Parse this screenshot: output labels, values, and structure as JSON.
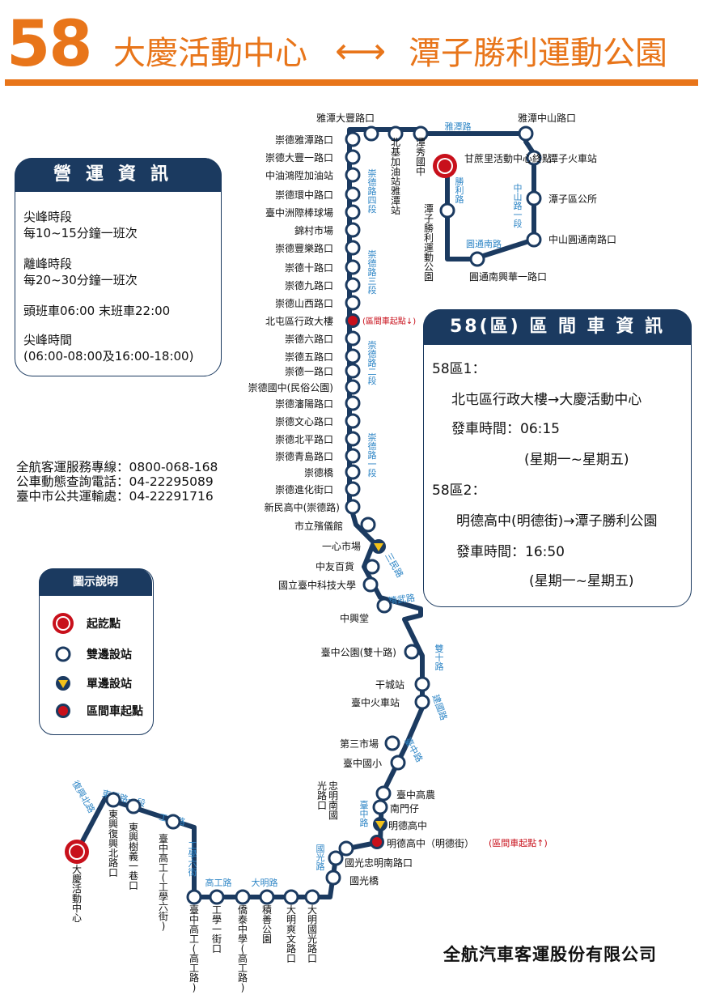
{
  "header": {
    "route_number": "58",
    "from": "大慶活動中心",
    "arrow": "⟷",
    "to": "潭子勝利運動公園"
  },
  "operations": {
    "title": "營運資訊",
    "peak_label": "尖峰時段",
    "peak_freq": "每10~15分鐘一班次",
    "offpeak_label": "離峰時段",
    "offpeak_freq": "每20~30分鐘一班次",
    "first_last": "頭班車06:00 末班車22:00",
    "peak_time_label": "尖峰時間",
    "peak_time": "(06:00-08:00及16:00-18:00)"
  },
  "contacts": [
    "全航客運服務專線：0800-068-168",
    "公車動態查詢電話：04-22295089",
    "臺中市公共運輸處：04-22291716"
  ],
  "legend": {
    "title": "圖示說明",
    "items": [
      "起訖點",
      "雙邊設站",
      "單邊設站",
      "區間車起點"
    ]
  },
  "express": {
    "title": "58(區) 區 間 車 資 訊",
    "r1_name": "58區1：",
    "r1_route": "北屯區行政大樓→大慶活動中心",
    "r1_time": "發車時間：06:15",
    "r1_days": "(星期一~星期五)",
    "r2_name": "58區2：",
    "r2_route": "明德高中(明德街)→潭子勝利公園",
    "r2_time": "發車時間：16:50",
    "r2_days": "(星期一~星期五)"
  },
  "company": "全航汽車客運股份有限公司",
  "colors": {
    "orange": "#e8751a",
    "navy": "#1b3a60",
    "red": "#c8101b",
    "blue_road": "#2f86c6",
    "yellow": "#f3c21a"
  },
  "stops": [
    {
      "id": "s_yatan_dafeng",
      "label": "雅潭大豐路口",
      "type": "double"
    },
    {
      "id": "s_beiji",
      "label": "北基加油站雅潭站",
      "type": "double"
    },
    {
      "id": "s_tanxiu",
      "label": "潭秀國中",
      "type": "double"
    },
    {
      "id": "s_yatan_zhongshan",
      "label": "雅潭中山路口",
      "type": "double"
    },
    {
      "id": "s_tanzi_train",
      "label": "潭子火車站",
      "type": "double"
    },
    {
      "id": "s_tanzi_office",
      "label": "潭子區公所",
      "type": "double"
    },
    {
      "id": "s_zhongshan_yuantong",
      "label": "中山圓通南路口",
      "type": "double"
    },
    {
      "id": "s_yuantong_xinghua",
      "label": "圓通南興華一路口",
      "type": "double"
    },
    {
      "id": "s_shengli",
      "label": "潭子勝利運動公園",
      "type": "double"
    },
    {
      "id": "s_ganzhe",
      "label": "甘蔗里活動中心終點",
      "type": "terminal"
    },
    {
      "id": "s_cd_yatan",
      "label": "崇德雅潭路口",
      "type": "double"
    },
    {
      "id": "s_cd_dafeng",
      "label": "崇德大豐一路口",
      "type": "double"
    },
    {
      "id": "s_zhongyou",
      "label": "中油鴻陞加油站",
      "type": "double"
    },
    {
      "id": "s_cd_huanzhong",
      "label": "崇德環中路口",
      "type": "double"
    },
    {
      "id": "s_zhoujiseball",
      "label": "臺中洲際棒球場",
      "type": "double"
    },
    {
      "id": "s_jincun",
      "label": "錦村市場",
      "type": "double"
    },
    {
      "id": "s_cd_fengle",
      "label": "崇德豐樂路口",
      "type": "double"
    },
    {
      "id": "s_cd_shi",
      "label": "崇德十路口",
      "type": "double"
    },
    {
      "id": "s_cd_jiu",
      "label": "崇德九路口",
      "type": "double"
    },
    {
      "id": "s_cd_shanxi",
      "label": "崇德山西路口",
      "type": "double"
    },
    {
      "id": "s_beitun",
      "label": "北屯區行政大樓",
      "type": "express"
    },
    {
      "id": "s_cd_liu",
      "label": "崇德六路口",
      "type": "double"
    },
    {
      "id": "s_cd_wu",
      "label": "崇德五路口",
      "type": "double"
    },
    {
      "id": "s_cd_yi",
      "label": "崇德一路口",
      "type": "double"
    },
    {
      "id": "s_cd_junior",
      "label": "崇德國中(民俗公園)",
      "type": "double"
    },
    {
      "id": "s_cd_tanyang",
      "label": "崇德瀋陽路口",
      "type": "double"
    },
    {
      "id": "s_cd_wenxin",
      "label": "崇德文心路口",
      "type": "double"
    },
    {
      "id": "s_cd_beiping",
      "label": "崇德北平路口",
      "type": "double"
    },
    {
      "id": "s_cd_qingdao",
      "label": "崇德青島路口",
      "type": "double"
    },
    {
      "id": "s_cd_bridge",
      "label": "崇德橋",
      "type": "double"
    },
    {
      "id": "s_cd_jinghua",
      "label": "崇德進化街口",
      "type": "double"
    },
    {
      "id": "s_xinmin",
      "label": "新民高中(崇德路)",
      "type": "double"
    },
    {
      "id": "s_funeral",
      "label": "市立殯儀館",
      "type": "double"
    },
    {
      "id": "s_yixin",
      "label": "一心市場",
      "type": "single"
    },
    {
      "id": "s_zhongyou_dept",
      "label": "中友百貨",
      "type": "double"
    },
    {
      "id": "s_ntut",
      "label": "國立臺中科技大學",
      "type": "double"
    },
    {
      "id": "s_zhongxing",
      "label": "中興堂",
      "type": "double"
    },
    {
      "id": "s_park",
      "label": "臺中公園(雙十路)",
      "type": "double"
    },
    {
      "id": "s_gancheng",
      "label": "干城站",
      "type": "double"
    },
    {
      "id": "s_train",
      "label": "臺中火車站",
      "type": "double"
    },
    {
      "id": "s_third_market",
      "label": "第三市場",
      "type": "double"
    },
    {
      "id": "s_tc_elem",
      "label": "臺中國小",
      "type": "double"
    },
    {
      "id": "s_tc_agri",
      "label": "臺中高農",
      "type": "double"
    },
    {
      "id": "s_nanmen",
      "label": "南門仔",
      "type": "double"
    },
    {
      "id": "s_mingde",
      "label": "明德高中",
      "type": "single"
    },
    {
      "id": "s_mingde_st",
      "label": "明德高中（明德街）",
      "type": "express"
    },
    {
      "id": "s_zm_nanguang",
      "label": "忠明南國光路口",
      "type": "double"
    },
    {
      "id": "s_guang_zm",
      "label": "國光忠明南路口",
      "type": "double"
    },
    {
      "id": "s_guang_bridge",
      "label": "國光橋",
      "type": "double"
    },
    {
      "id": "s_daming_guang",
      "label": "大明國光路口",
      "type": "double"
    },
    {
      "id": "s_daming_shuang",
      "label": "大明爽文路口",
      "type": "double"
    },
    {
      "id": "s_jishan",
      "label": "積善公園",
      "type": "double"
    },
    {
      "id": "s_qiaotai",
      "label": "僑泰中學(高工路)",
      "type": "double"
    },
    {
      "id": "s_gongxue",
      "label": "工學一街口",
      "type": "double"
    },
    {
      "id": "s_tchs_gong",
      "label": "臺中高工(高工路)",
      "type": "double"
    },
    {
      "id": "s_tchs_six",
      "label": "臺中高工(工學六街)",
      "type": "double"
    },
    {
      "id": "s_dongxing_shuyi",
      "label": "東興樹義一巷口",
      "type": "double"
    },
    {
      "id": "s_dongxing_fuxing",
      "label": "東興復興北路口",
      "type": "double"
    },
    {
      "id": "s_daqing",
      "label": "大慶活動中心",
      "type": "terminal"
    }
  ],
  "roads": [
    {
      "id": "r_yatan",
      "label": "雅潭路"
    },
    {
      "id": "r_shengli",
      "label": "勝利路"
    },
    {
      "id": "r_zhongshan",
      "label": "中山路一段"
    },
    {
      "id": "r_yuantong",
      "label": "圓通南路"
    },
    {
      "id": "r_cd4",
      "label": "崇德路四段"
    },
    {
      "id": "r_cd3",
      "label": "崇德路三段"
    },
    {
      "id": "r_cd2",
      "label": "崇德路二段"
    },
    {
      "id": "r_cd1",
      "label": "崇德路一段"
    },
    {
      "id": "r_sanmin",
      "label": "三民路"
    },
    {
      "id": "r_jingwu",
      "label": "精武路"
    },
    {
      "id": "r_shuangshi",
      "label": "雙十路"
    },
    {
      "id": "r_jianguo",
      "label": "建國路"
    },
    {
      "id": "r_taizhong1",
      "label": "臺中路"
    },
    {
      "id": "r_taizhong2",
      "label": "臺中路"
    },
    {
      "id": "r_guoguang",
      "label": "國光路"
    },
    {
      "id": "r_daming",
      "label": "大明路"
    },
    {
      "id": "r_gaogong",
      "label": "高工路"
    },
    {
      "id": "r_gongxue6",
      "label": "工學六街"
    },
    {
      "id": "r_gongxue",
      "label": "工學路"
    },
    {
      "id": "r_dongxing",
      "label": "東興路一段"
    },
    {
      "id": "r_fuxing",
      "label": "復興北路"
    }
  ],
  "express_notes": {
    "beitun": "(區間車起點↓)",
    "mingde": "(區間車起點↑)"
  }
}
